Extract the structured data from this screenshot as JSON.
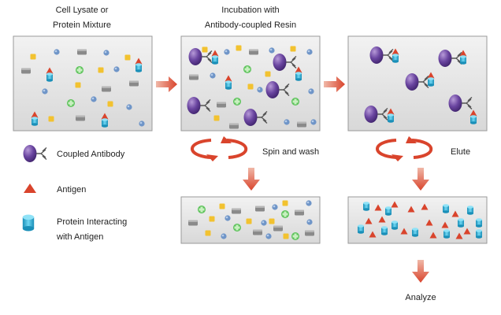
{
  "stages": {
    "lysate": {
      "line1": "Cell Lysate or",
      "line2": "Protein Mixture"
    },
    "incubation": {
      "line1": "Incubation with",
      "line2": "Antibody-coupled Resin"
    }
  },
  "steps": {
    "spin_wash": "Spin and wash",
    "elute": "Elute",
    "analyze": "Analyze"
  },
  "legend": {
    "antibody": "Coupled Antibody",
    "antigen": "Antigen",
    "interactor_line1": "Protein Interacting",
    "interactor_line2": "with Antigen"
  },
  "colors": {
    "arrow": "#d9442c",
    "antibody": "#5a3a8c",
    "antigen": "#d9442c",
    "interactor": "#27b3d8",
    "yellow_protein": "#f2c230",
    "green_protein": "#5cc25a",
    "blue_protein": "#6f95c8",
    "grey_protein": "#8a8a8a"
  },
  "icons": {
    "antibody": "antibody-icon",
    "antigen": "antigen-triangle-icon",
    "interactor": "interacting-protein-cylinder-icon"
  }
}
